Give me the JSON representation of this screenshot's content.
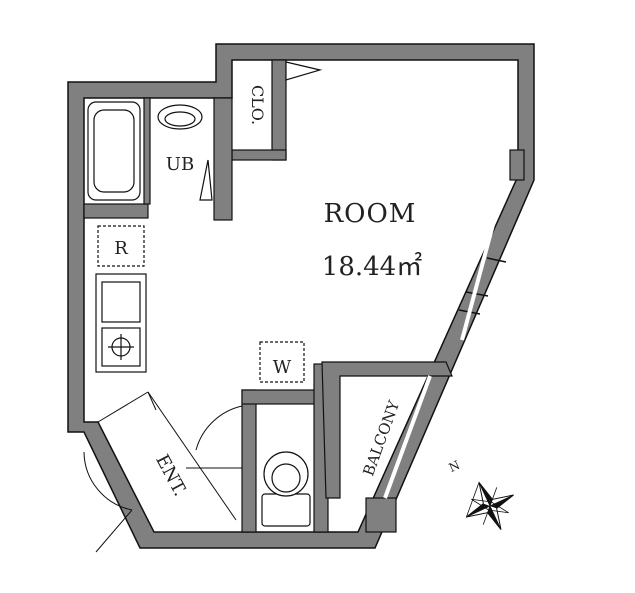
{
  "floorplan": {
    "room_label": "ROOM",
    "room_area": "18.44㎡",
    "closet_label": "CLO.",
    "unit_bath_label": "UB",
    "refrigerator_label": "R",
    "washer_label": "W",
    "entrance_label": "ENT.",
    "balcony_label": "BALCONY",
    "north_label": "N"
  },
  "colors": {
    "wall": "#808080",
    "outline": "#111111",
    "background": "#ffffff"
  }
}
